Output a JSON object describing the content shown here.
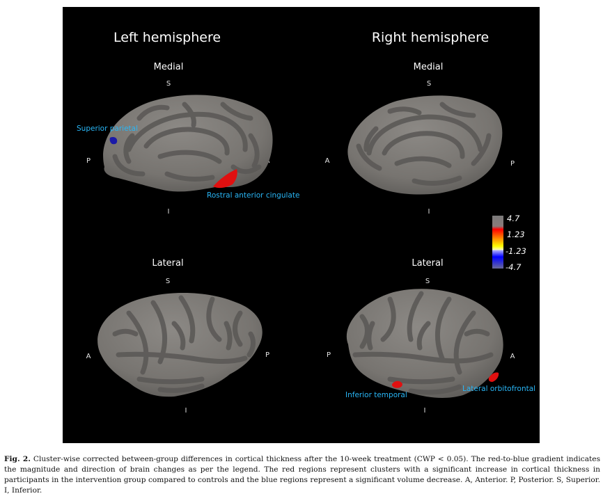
{
  "figure": {
    "panels": {
      "left": {
        "title": "Left hemisphere",
        "medial": {
          "view_label": "Medial",
          "dirs": {
            "superior": "S",
            "inferior": "I",
            "posterior": "P",
            "anterior": "A"
          },
          "regions": {
            "superior_parietal": "Superior parietal",
            "rostral_anterior_cingulate": "Rostral anterior cingulate"
          }
        },
        "lateral": {
          "view_label": "Lateral",
          "dirs": {
            "superior": "S",
            "inferior": "I",
            "anterior": "A",
            "posterior": "P"
          }
        }
      },
      "right": {
        "title": "Right hemisphere",
        "medial": {
          "view_label": "Medial",
          "dirs": {
            "superior": "S",
            "inferior": "I",
            "anterior": "A",
            "posterior": "P"
          }
        },
        "lateral": {
          "view_label": "Lateral",
          "dirs": {
            "superior": "S",
            "inferior": "I",
            "posterior": "P",
            "anterior": "A"
          },
          "regions": {
            "inferior_temporal": "Inferior temporal",
            "lateral_orbitofrontal": "Lateral orbitofrontal"
          }
        }
      }
    },
    "colorbar": {
      "ticks": [
        "4.7",
        "1.23",
        "-1.23",
        "-4.7"
      ],
      "colors": {
        "high": "#7a7a7a",
        "red": "#ff0000",
        "yellow": "#ffff00",
        "blue": "#0000ff",
        "low": "#6a6a9a"
      }
    },
    "colors": {
      "background": "#000000",
      "cortex_base": "#7d7a76",
      "sulcus": "#5b5957",
      "increase": "#e01010",
      "decrease": "#1a1aa8",
      "region_label": "#29b6f6"
    }
  },
  "caption": {
    "label": "Fig. 2.",
    "text": "Cluster-wise corrected between-group differences in cortical thickness after the 10-week treatment (CWP < 0.05). The red-to-blue gradient indicates the magnitude and direction of brain changes as per the legend. The red regions represent clusters with a significant increase in cortical thickness in participants in the intervention group compared to controls and the blue regions represent a significant volume decrease. A, Anterior. P, Posterior. S, Superior. I, Inferior."
  }
}
